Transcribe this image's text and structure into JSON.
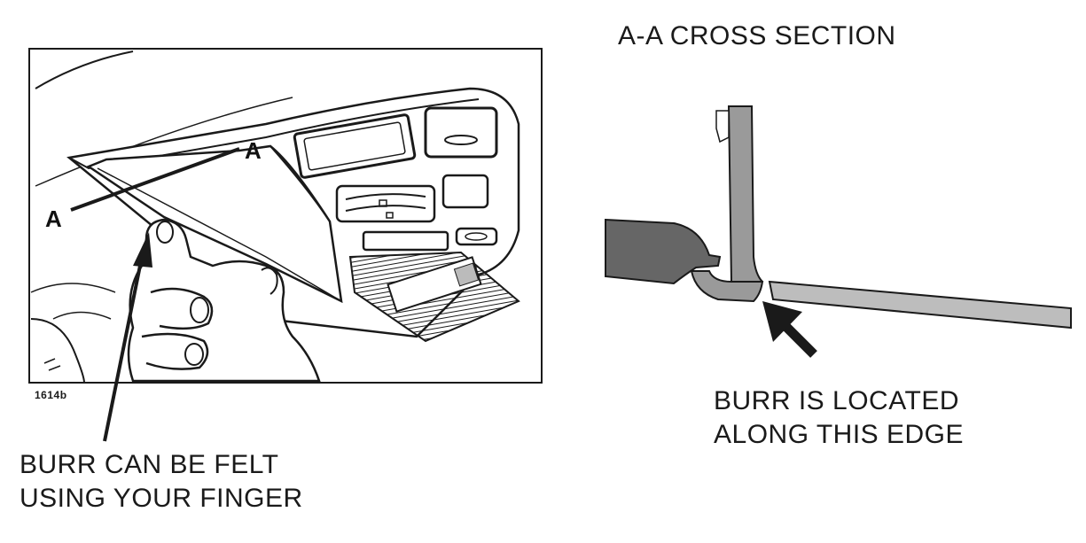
{
  "cross_section": {
    "title": "A-A CROSS SECTION",
    "section_label_start": "A",
    "section_label_end": "A"
  },
  "figure": {
    "id": "1614b"
  },
  "callouts": {
    "finger": {
      "line1": "BURR CAN BE FELT",
      "line2": "USING YOUR FINGER"
    },
    "edge": {
      "line1": "BURR IS LOCATED",
      "line2": "ALONG THIS EDGE"
    }
  },
  "colors": {
    "line": "#1a1a1a",
    "panel_gray": "#9a9a9a",
    "finger_gray": "#666666",
    "panel_light": "#bdbdbd",
    "background": "#ffffff"
  }
}
